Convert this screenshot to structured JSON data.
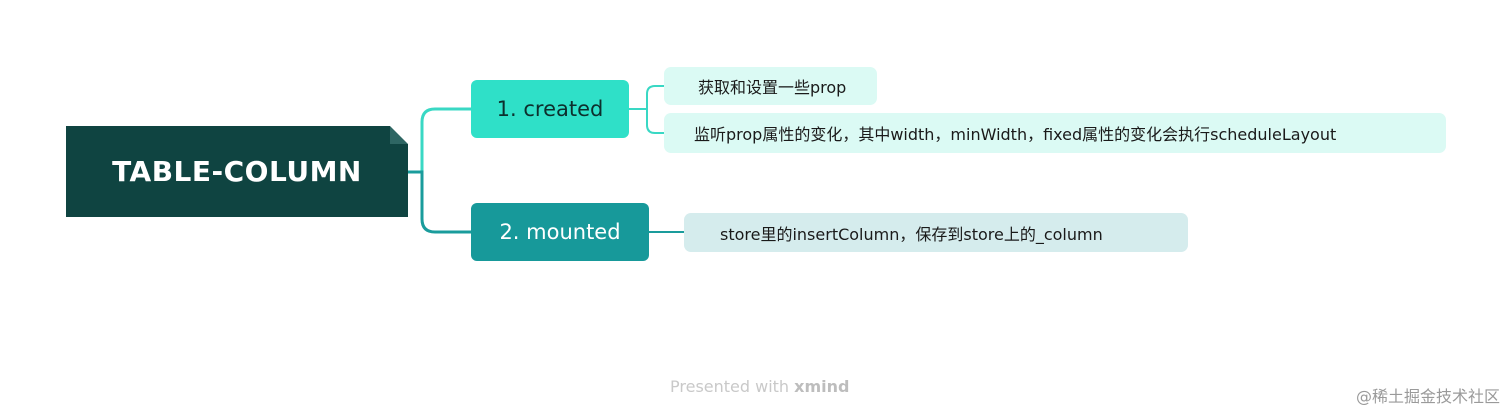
{
  "mindmap": {
    "root": {
      "label": "TABLE-COLUMN"
    },
    "branches": [
      {
        "label": "1. created",
        "children": [
          "获取和设置一些prop",
          "监听prop属性的变化，其中width，minWidth，fixed属性的变化会执行scheduleLayout"
        ]
      },
      {
        "label": "2. mounted",
        "children": [
          "store里的insertColumn，保存到store上的_column"
        ]
      }
    ]
  },
  "colors": {
    "root": "#0f4441",
    "branch_created": "#2fe0c8",
    "branch_mounted": "#17999a",
    "leaf_created": "#dbfaf4",
    "leaf_mounted": "#d5eced",
    "connector_created": "#39d8c4",
    "connector_mounted": "#1a9c9c"
  },
  "footer": {
    "presented_with": "Presented with ",
    "brand": "xmind",
    "credit": "@稀土掘金技术社区"
  }
}
